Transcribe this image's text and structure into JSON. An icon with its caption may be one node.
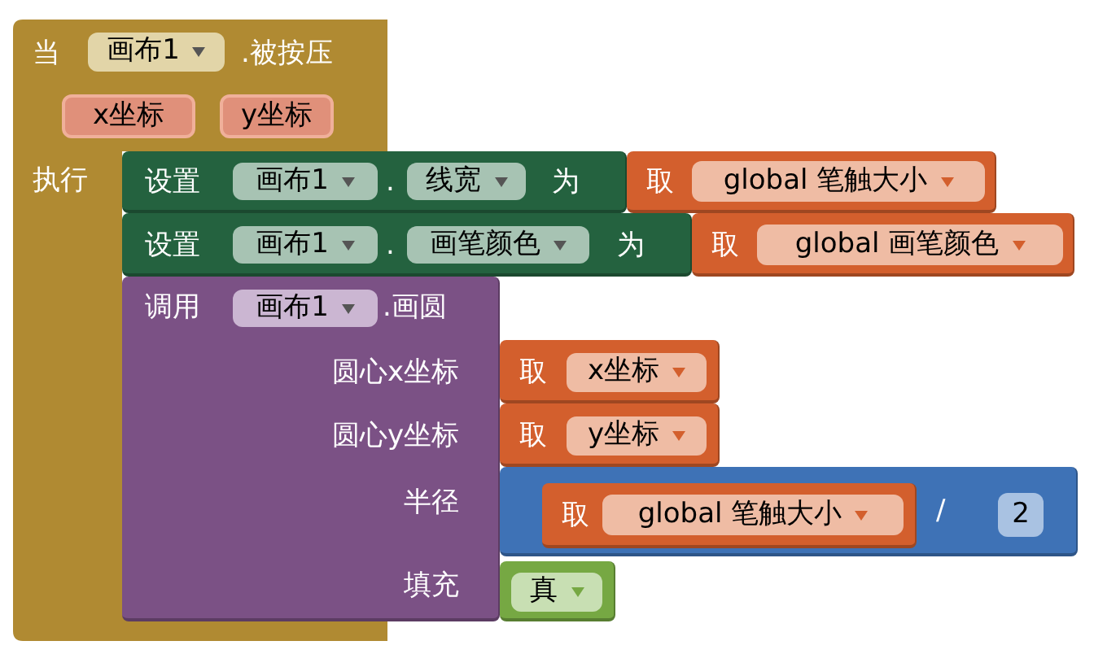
{
  "diagram": {
    "nodes": [
      {
        "text": [
          "当",
          ".被按压",
          "执行"
        ]
      },
      {
        "text": [
          "画布1"
        ],
        "in": 0
      },
      {
        "text": [
          "x坐标"
        ],
        "in": 0
      },
      {
        "text": [
          "y坐标"
        ],
        "in": 0
      },
      {
        "text": [
          "设置",
          ".",
          "为"
        ]
      },
      {
        "text": [
          "画布1"
        ],
        "in": 4
      },
      {
        "text": [
          "线宽"
        ],
        "in": 4
      },
      {
        "text": [
          "取"
        ]
      },
      {
        "text": [
          "global 笔触大小"
        ],
        "in": 7
      },
      {
        "text": [
          "设置",
          ".",
          "为"
        ]
      },
      {
        "text": [
          "画布1"
        ],
        "in": 9
      },
      {
        "text": [
          "画笔颜色"
        ],
        "in": 9
      },
      {
        "text": [
          "取"
        ]
      },
      {
        "text": [
          "global 画笔颜色"
        ],
        "in": 12
      },
      {
        "text": [
          "调用",
          ".画圆",
          "圆心x坐标",
          "圆心y坐标",
          "半径",
          "填充"
        ]
      },
      {
        "text": [
          "画布1"
        ],
        "in": 14
      },
      {
        "text": [
          "取"
        ]
      },
      {
        "text": [
          "x坐标"
        ],
        "in": 16
      },
      {
        "text": [
          "取"
        ]
      },
      {
        "text": [
          "y坐标"
        ],
        "in": 18
      },
      {
        "text": [
          "/"
        ]
      },
      {
        "text": [
          "取"
        ],
        "in": 20
      },
      {
        "text": [
          "global 笔触大小"
        ],
        "in": 21
      },
      {
        "text": [
          "2"
        ],
        "in": 20
      },
      {
        "text": [],
        "shape": "box"
      },
      {
        "text": [
          "真"
        ],
        "in": 24
      }
    ]
  }
}
